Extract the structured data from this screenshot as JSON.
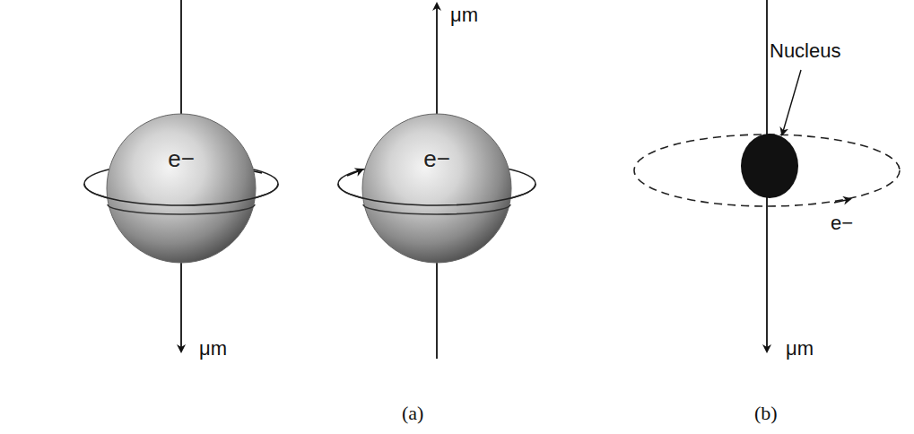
{
  "diagram": {
    "nodes": [
      {
        "text": [
          "e−"
        ]
      },
      {
        "text": [
          "e−"
        ]
      }
    ],
    "labels": [
      "μm",
      "μm",
      "Nucleus",
      "e−",
      "μm",
      "(a)",
      "(b)"
    ]
  }
}
